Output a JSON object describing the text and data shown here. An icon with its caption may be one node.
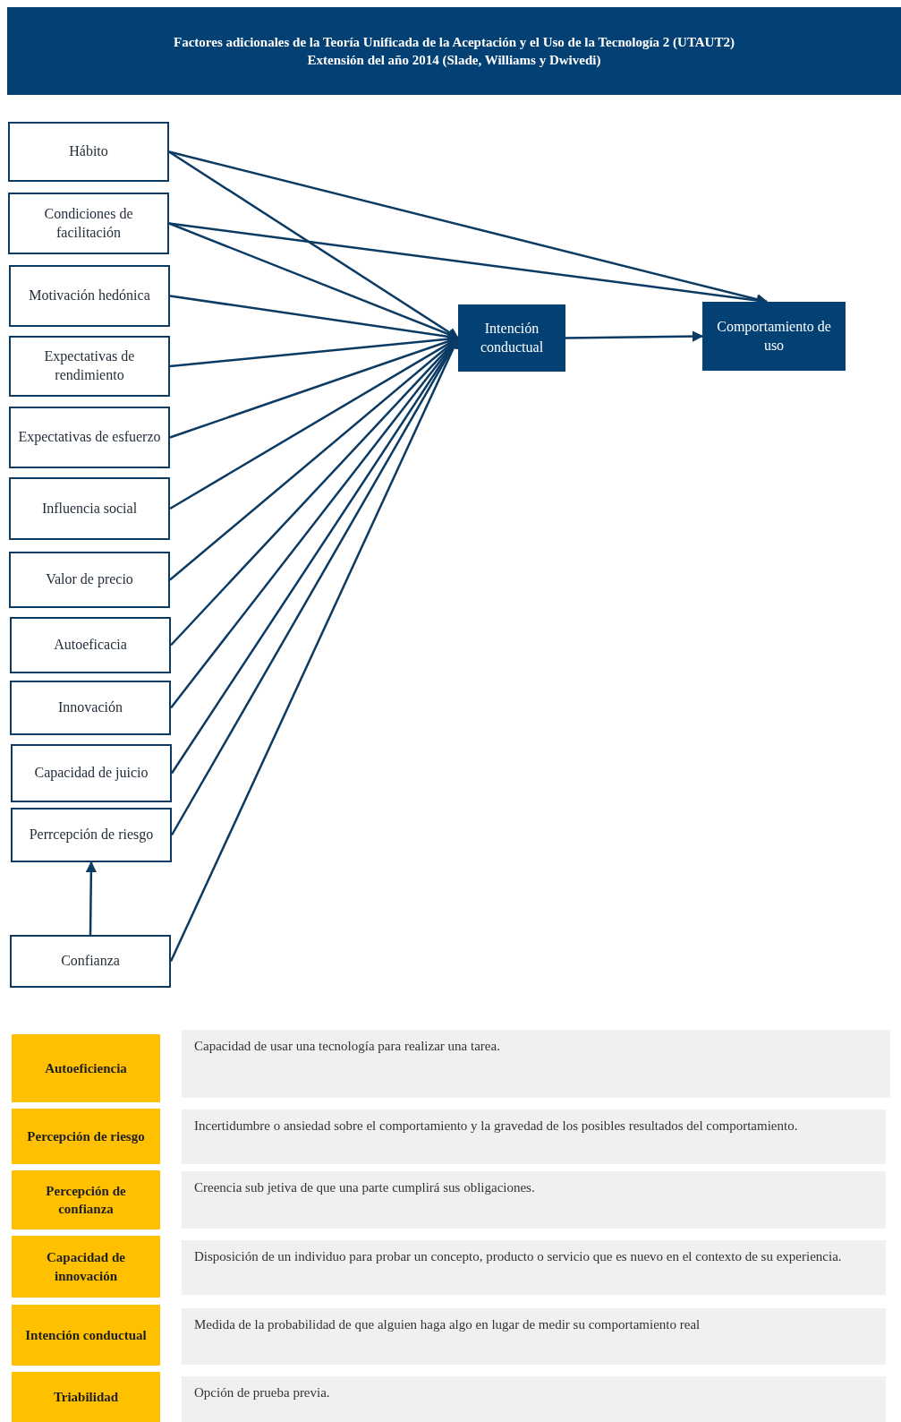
{
  "diagram": {
    "title": "Factores adicionales de la Teoría Unificada de la Aceptación y el Uso de la Tecnología 2 (UTAUT2) Extensión del año 2014 (Slade, Williams y Dwivedi)",
    "nodes": [
      {
        "text": [
          "Hábito"
        ]
      },
      {
        "text": [
          "Condiciones de facilitación"
        ]
      },
      {
        "text": [
          "Motivación hedónica"
        ]
      },
      {
        "text": [
          "Expectativas de rendimiento"
        ]
      },
      {
        "text": [
          "Expectativas de esfuerzo"
        ]
      },
      {
        "text": [
          "Influencia social"
        ]
      },
      {
        "text": [
          "Valor de precio"
        ]
      },
      {
        "text": [
          "Autoeficacia"
        ]
      },
      {
        "text": [
          "Innovación"
        ]
      },
      {
        "text": [
          "Capacidad de juicio"
        ]
      },
      {
        "text": [
          "Perrcepción de riesgo"
        ]
      },
      {
        "text": [
          "Confianza"
        ]
      },
      {
        "text": [
          "Intención conductual"
        ]
      },
      {
        "text": [
          "Comportamiento de uso"
        ]
      },
      {
        "text": [
          "Autoeficiencia"
        ]
      },
      {
        "text": [
          "Capacidad de usar una tecnología para realizar una tarea."
        ]
      },
      {
        "text": [
          "Percepción de riesgo"
        ]
      },
      {
        "text": [
          "Incertidumbre o ansiedad sobre el comportamiento y la gravedad de los posibles resultados del comportamiento."
        ]
      },
      {
        "text": [
          "Percepción de confianza"
        ]
      },
      {
        "text": [
          "Creencia sub jetiva de que una parte cumplirá sus obligaciones."
        ]
      },
      {
        "text": [
          "Capacidad de innovación"
        ]
      },
      {
        "text": [
          "Disposición de un individuo para probar un concepto, producto o servicio que es nuevo en el contexto de su experiencia."
        ]
      },
      {
        "text": [
          "Intención conductual"
        ]
      },
      {
        "text": [
          "Medida de la probabilidad de que alguien haga algo en lugar de medir su comportamiento real"
        ]
      },
      {
        "text": [
          "Triabilidad"
        ]
      },
      {
        "text": [
          "Opción de prueba previa."
        ]
      }
    ],
    "edges": [
      {
        "from": 0,
        "to": 12,
        "arrow": "to"
      },
      {
        "from": 1,
        "to": 12,
        "arrow": "to"
      },
      {
        "from": 2,
        "to": 12,
        "arrow": "to"
      },
      {
        "from": 3,
        "to": 12,
        "arrow": "to"
      },
      {
        "from": 4,
        "to": 12,
        "arrow": "to"
      },
      {
        "from": 5,
        "to": 12,
        "arrow": "to"
      },
      {
        "from": 6,
        "to": 12,
        "arrow": "to"
      },
      {
        "from": 7,
        "to": 12,
        "arrow": "to"
      },
      {
        "from": 8,
        "to": 12,
        "arrow": "to"
      },
      {
        "from": 9,
        "to": 12,
        "arrow": "to"
      },
      {
        "from": 10,
        "to": 12,
        "arrow": "to"
      },
      {
        "from": 11,
        "to": 12,
        "arrow": "to"
      },
      {
        "from": 0,
        "to": 13,
        "arrow": "to"
      },
      {
        "from": 1,
        "to": 13,
        "arrow": "to"
      },
      {
        "from": 12,
        "to": 13,
        "arrow": "to"
      },
      {
        "from": 11,
        "to": 10,
        "arrow": "to"
      }
    ]
  }
}
